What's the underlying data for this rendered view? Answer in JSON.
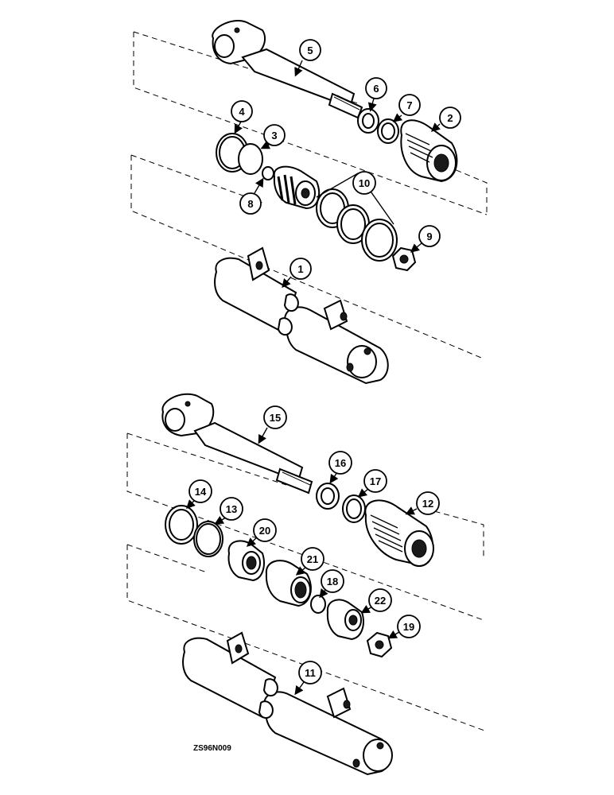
{
  "drawing": {
    "code": "ZS96N009",
    "callouts": [
      "5",
      "6",
      "7",
      "2",
      "4",
      "3",
      "8",
      "10",
      "9",
      "1",
      "15",
      "16",
      "17",
      "12",
      "14",
      "13",
      "20",
      "21",
      "18",
      "22",
      "19",
      "11"
    ]
  }
}
